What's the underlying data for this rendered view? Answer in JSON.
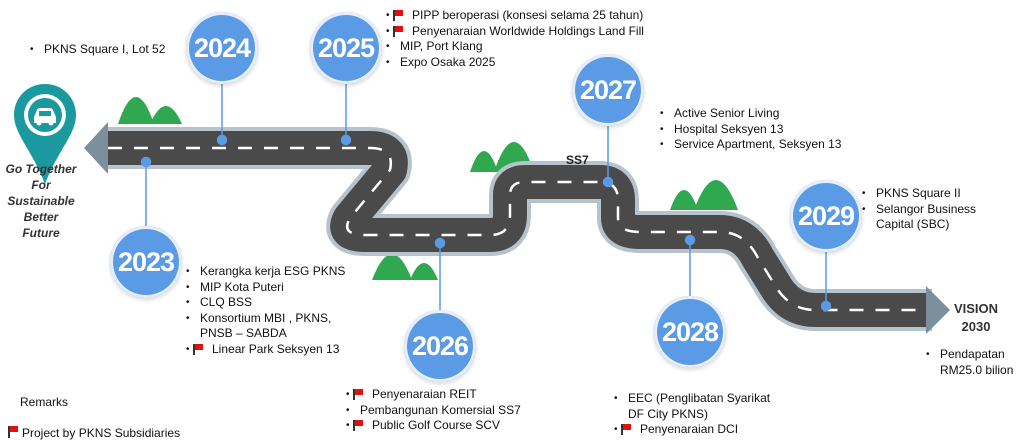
{
  "motto": [
    "Go Together For",
    "Sustainable Better",
    "Future"
  ],
  "vision": [
    "VISION",
    "2030"
  ],
  "road_label": "SS7",
  "colors": {
    "road": "#4a4a4a",
    "road_edge": "#b7c3cc",
    "milestone": "#5b9be6",
    "flag": "#e01010",
    "hill": "#2fa84f",
    "pin": "#1a9a9e"
  },
  "milestones": [
    {
      "year": "2023",
      "items": [
        {
          "text": "Kerangka kerja ESG PKNS",
          "flag": false
        },
        {
          "text": "MIP Kota Puteri",
          "flag": false
        },
        {
          "text": "CLQ BSS",
          "flag": false
        },
        {
          "text": "Konsortium MBI , PKNS,",
          "flag": false
        },
        {
          "text": "PNSB – SABDA",
          "flag": false,
          "continuation": true
        },
        {
          "text": "Linear Park Seksyen 13",
          "flag": true
        }
      ]
    },
    {
      "year": "2024",
      "items": [
        {
          "text": "PKNS Square I,  Lot 52",
          "flag": false
        }
      ]
    },
    {
      "year": "2025",
      "items": [
        {
          "text": "PIPP beroperasi (konsesi  selama 25 tahun)",
          "flag": true
        },
        {
          "text": "Penyenaraian Worldwide Holdings   Land Fill",
          "flag": true
        },
        {
          "text": "MIP, Port Klang",
          "flag": false
        },
        {
          "text": "Expo Osaka 2025",
          "flag": false
        }
      ]
    },
    {
      "year": "2026",
      "items": [
        {
          "text": "Penyenaraian REIT",
          "flag": true
        },
        {
          "text": "Pembangunan Komersial SS7",
          "flag": false
        },
        {
          "text": "Public Golf Course SCV",
          "flag": true
        }
      ]
    },
    {
      "year": "2027",
      "items": [
        {
          "text": "Active Senior Living",
          "flag": false
        },
        {
          "text": "Hospital Seksyen 13",
          "flag": false
        },
        {
          "text": "Service Apartment, Seksyen 13",
          "flag": false
        }
      ]
    },
    {
      "year": "2028",
      "items": [
        {
          "text": "EEC  (Penglibatan Syarikat",
          "flag": false
        },
        {
          "text": "DF City PKNS)",
          "flag": false,
          "continuation": true
        },
        {
          "text": "Penyenaraian DCI",
          "flag": true
        }
      ]
    },
    {
      "year": "2029",
      "items": [
        {
          "text": "PKNS Square II",
          "flag": false
        },
        {
          "text": "Selangor Business",
          "flag": false
        },
        {
          "text": "Capital (SBC)",
          "flag": false,
          "continuation": true
        }
      ]
    }
  ],
  "vision_target": {
    "items": [
      {
        "text": "Pendapatan",
        "flag": false
      },
      {
        "text": "RM25.0 bilion",
        "flag": false,
        "continuation": true
      }
    ]
  },
  "remarks": {
    "title": "Remarks",
    "legend": "Project by PKNS Subsidiaries"
  },
  "icons": {
    "pin": "car-location-pin-icon",
    "flag": "red-flag-icon",
    "hill": "green-hill-icon",
    "arrow": "road-arrow-icon"
  }
}
